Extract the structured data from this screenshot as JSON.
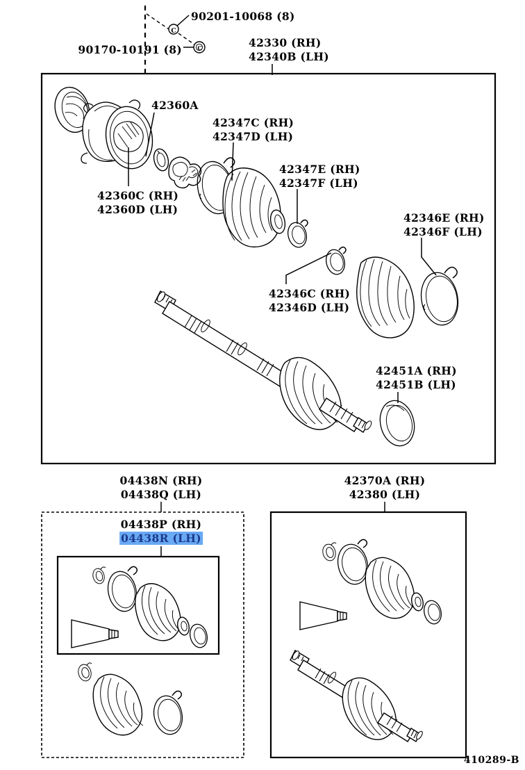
{
  "diagram": {
    "code": "410289-B",
    "title_parts": [
      "42330 (RH)",
      "42340B (LH)"
    ]
  },
  "top_callouts": {
    "bolt": "90201-10068 (8)",
    "washer": "90170-10191 (8)",
    "assembly_rh": "42330 (RH)",
    "assembly_lh": "42340B (LH)"
  },
  "main_labels": {
    "l_42360a": "42360A",
    "l_42360c": "42360C (RH)",
    "l_42360d": "42360D (LH)",
    "l_42347c": "42347C (RH)",
    "l_42347d": "42347D (LH)",
    "l_42347e": "42347E (RH)",
    "l_42347f": "42347F (LH)",
    "l_42346e": "42346E (RH)",
    "l_42346f": "42346F (LH)",
    "l_42346c": "42346C (RH)",
    "l_42346d": "42346D (LH)",
    "l_42451a": "42451A (RH)",
    "l_42451b": "42451B (LH)"
  },
  "bottom_left_panel": {
    "outer_rh": "04438N (RH)",
    "outer_lh": "04438Q (LH)",
    "inner_rh": "04438P (RH)",
    "inner_lh": "04438R (LH)",
    "inner_lh_highlighted": true,
    "highlight_color": "#6aa9f4",
    "highlight_text_color": "#1b3a8c"
  },
  "bottom_right_panel": {
    "rh": "42370A (RH)",
    "lh": "42380 (LH)"
  },
  "icons": {
    "bolt_marker": "C",
    "washer_marker": "C"
  }
}
